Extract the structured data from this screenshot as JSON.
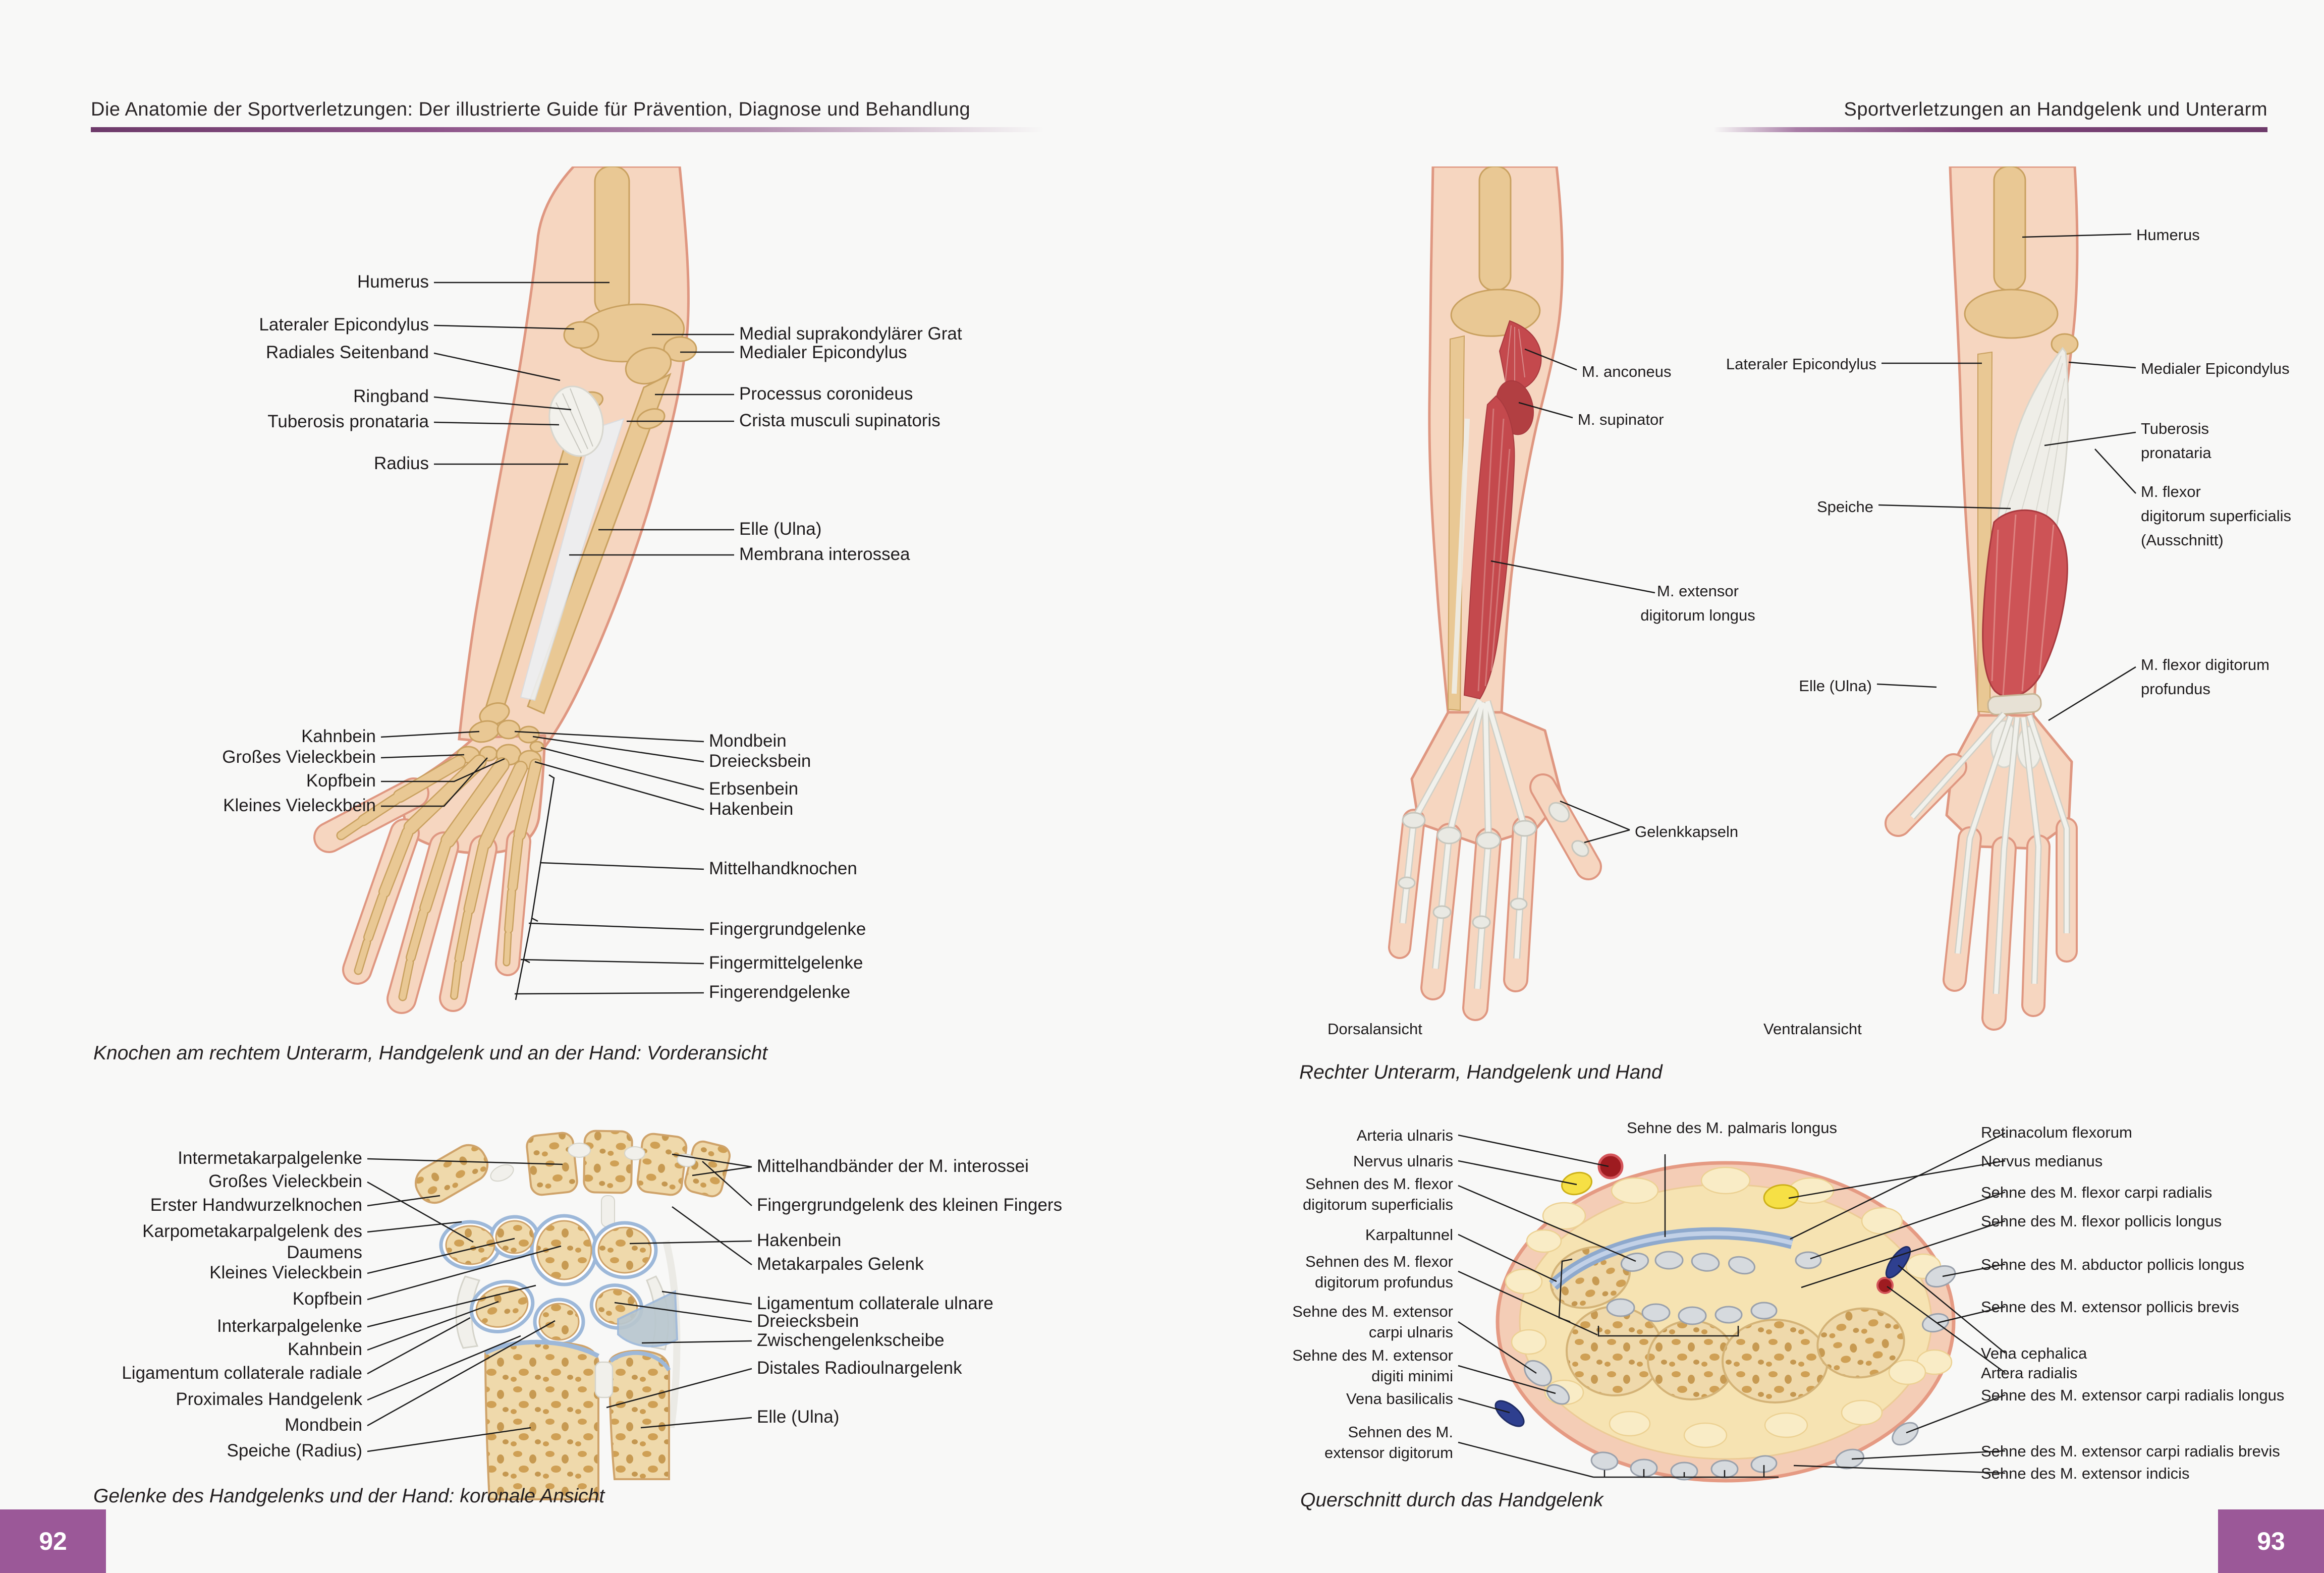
{
  "book": {
    "header_left": "Die Anatomie der Sportverletzungen: Der illustrierte Guide für Prävention, Diagnose und Behandlung",
    "header_right": "Sportverletzungen an Handgelenk und Unterarm",
    "page_number_left": "92",
    "page_number_right": "93"
  },
  "colors": {
    "accent_purple": "#9b5898",
    "rule_purple": "#6d3a6a",
    "page_background": "#f8f8f7",
    "skin": "#f6d6c0",
    "skin_outline": "#df9781",
    "bone": "#e9c894",
    "bone_outline": "#c9a160",
    "muscle_red": "#c4494d",
    "tendon_white": "#f1f1ec",
    "joint_blue": "#9db8d9",
    "fat_yellow": "#f6e3b2",
    "nerve_yellow": "#f6e045",
    "artery_red": "#9e1b20",
    "vein_blue": "#2e3f8f"
  },
  "fig_bones": {
    "caption": "Knochen am rechtem Unterarm, Handgelenk und an der Hand: Vorderansicht",
    "labels": {
      "humerus": "Humerus",
      "lateraler_epicondylus": "Lateraler Epicondylus",
      "radiales_seitenband": "Radiales Seitenband",
      "ringband": "Ringband",
      "tuberosis_pronataria": "Tuberosis pronataria",
      "radius": "Radius",
      "kahnbein": "Kahnbein",
      "grosses_vieleckbein": "Großes Vieleckbein",
      "kopfbein": "Kopfbein",
      "kleines_vieleckbein": "Kleines Vieleckbein",
      "medial_suprakondylaerer_grat": "Medial suprakondylärer Grat",
      "medialer_epicondylus": "Medialer Epicondylus",
      "processus_coronideus": "Processus coronideus",
      "crista_musculi_supinatoris": "Crista musculi supinatoris",
      "elle_ulna": "Elle (Ulna)",
      "membrana_interossea": "Membrana interossea",
      "mondbein": "Mondbein",
      "dreiecksbein": "Dreiecksbein",
      "erbsenbein": "Erbsenbein",
      "hakenbein": "Hakenbein",
      "mittelhandknochen": "Mittelhandknochen",
      "fingergrundgelenke": "Fingergrundgelenke",
      "fingermittelgelenke": "Fingermittelgelenke",
      "fingerendgelenke": "Fingerendgelenke"
    }
  },
  "fig_joints": {
    "caption": "Gelenke des Handgelenks und der Hand: koronale Ansicht",
    "labels": {
      "intermetakarpalgelenke": "Intermetakarpalgelenke",
      "grosses_vieleckbein": "Großes Vieleckbein",
      "erster_handwurzelknochen": "Erster Handwurzelknochen",
      "karpometakarpalgelenk_daumen": "Karpometakarpalgelenk des Daumens",
      "kleines_vieleckbein": "Kleines Vieleckbein",
      "kopfbein": "Kopfbein",
      "interkarpalgelenke": "Interkarpalgelenke",
      "kahnbein": "Kahnbein",
      "lig_collaterale_radiale": "Ligamentum collaterale radiale",
      "proximales_handgelenk": "Proximales Handgelenk",
      "mondbein": "Mondbein",
      "speiche_radius": "Speiche (Radius)",
      "mittelhandbaender": "Mittelhandbänder der M. interossei",
      "fingergrundgelenk_kleiner_finger": "Fingergrundgelenk des kleinen Fingers",
      "hakenbein": "Hakenbein",
      "metakarpales_gelenk": "Metakarpales Gelenk",
      "lig_collaterale_ulnare": "Ligamentum collaterale ulnare",
      "dreiecksbein": "Dreiecksbein",
      "zwischengelenkscheibe": "Zwischengelenkscheibe",
      "distales_radioulnargelenk": "Distales Radioulnargelenk",
      "elle_ulna": "Elle (Ulna)"
    }
  },
  "fig_muscles": {
    "caption": "Rechter Unterarm, Handgelenk und Hand",
    "views": {
      "dorsal": "Dorsalansicht",
      "ventral": "Ventralansicht"
    },
    "labels": {
      "m_anconeus": "M. anconeus",
      "m_supinator": "M. supinator",
      "lateraler_epicondylus": "Lateraler Epicondylus",
      "speiche": "Speiche",
      "m_extensor_digitorum_longus": "M. extensor\ndigitorum longus",
      "elle_ulna": "Elle (Ulna)",
      "gelenkkapseln": "Gelenkkapseln",
      "humerus": "Humerus",
      "medialer_epicondylus": "Medialer Epicondylus",
      "tuberosis_pronataria": "Tuberosis\npronataria",
      "m_flexor_digitorum_superficialis": "M. flexor\ndigitorum superficialis\n(Ausschnitt)",
      "m_flexor_digitorum_profundus": "M. flexor digitorum\nprofundus"
    }
  },
  "fig_cross": {
    "caption": "Querschnitt durch das Handgelenk",
    "labels": {
      "sehne_palmaris_longus": "Sehne des M. palmaris longus",
      "arteria_ulnaris": "Arteria ulnaris",
      "nervus_ulnaris": "Nervus ulnaris",
      "sehnen_flexor_superficialis": "Sehnen des M. flexor\ndigitorum superficialis",
      "karpaltunnel": "Karpaltunnel",
      "sehnen_flexor_profundus": "Sehnen des M. flexor\ndigitorum profundus",
      "sehne_extensor_carpi_ulnaris": "Sehne des M. extensor\ncarpi ulnaris",
      "sehne_extensor_digiti_minimi": "Sehne des M. extensor\ndigiti minimi",
      "vena_basilicalis": "Vena basilicalis",
      "sehnen_extensor_digitorum": "Sehnen des M.\nextensor digitorum",
      "retinacolum_flexorum": "Retinacolum flexorum",
      "nervus_medianus": "Nervus medianus",
      "sehne_flexor_carpi_radialis": "Sehne des M. flexor carpi radialis",
      "sehne_flexor_pollicis_longus": "Sehne des M. flexor pollicis longus",
      "sehne_abductor_pollicis_longus": "Sehne des M. abductor pollicis longus",
      "sehne_extensor_pollicis_brevis": "Sehne des M. extensor pollicis brevis",
      "vena_cephalica": "Vena cephalica",
      "artera_radialis": "Artera radialis",
      "sehne_extensor_carpi_radialis_longus": "Sehne des M. extensor carpi radialis longus",
      "sehne_extensor_carpi_radialis_brevis": "Sehne des M. extensor carpi radialis brevis",
      "sehne_extensor_indicis": "Sehne des M. extensor indicis"
    }
  }
}
